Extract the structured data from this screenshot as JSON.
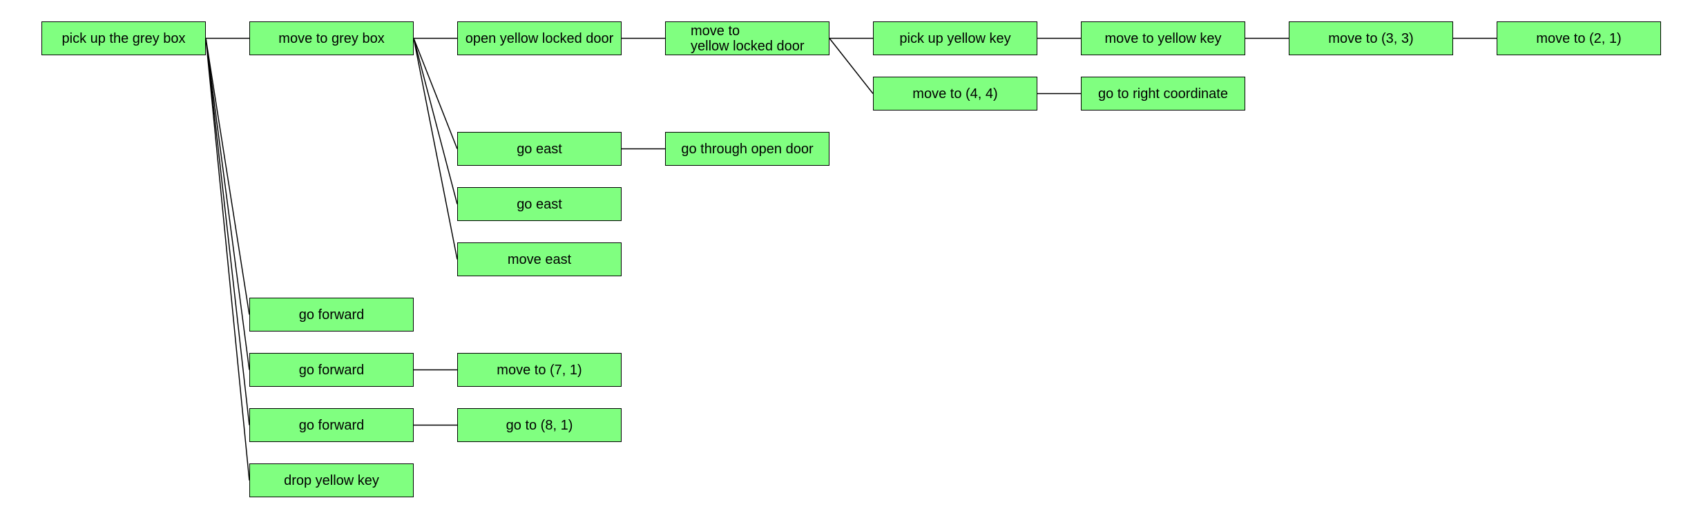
{
  "nodes": [
    {
      "id": "n0",
      "label": "pick up the grey box"
    },
    {
      "id": "n1",
      "label": "move to grey box"
    },
    {
      "id": "n2",
      "label": "open yellow locked door"
    },
    {
      "id": "n3",
      "label": "move to\nyellow locked door"
    },
    {
      "id": "n4",
      "label": "pick up yellow key"
    },
    {
      "id": "n5",
      "label": "move to yellow key"
    },
    {
      "id": "n6",
      "label": "move to (3, 3)"
    },
    {
      "id": "n7",
      "label": "move to (2, 1)"
    },
    {
      "id": "n8",
      "label": "move to (4, 4)"
    },
    {
      "id": "n9",
      "label": "go to right coordinate"
    },
    {
      "id": "n10",
      "label": "go east"
    },
    {
      "id": "n11",
      "label": "go through open door"
    },
    {
      "id": "n12",
      "label": "go east"
    },
    {
      "id": "n13",
      "label": "move east"
    },
    {
      "id": "n14",
      "label": "go forward"
    },
    {
      "id": "n15",
      "label": "go forward"
    },
    {
      "id": "n16",
      "label": "move to (7, 1)"
    },
    {
      "id": "n17",
      "label": "go forward"
    },
    {
      "id": "n18",
      "label": "go to (8, 1)"
    },
    {
      "id": "n19",
      "label": "drop yellow key"
    }
  ],
  "edges": [
    [
      "n0",
      "n1"
    ],
    [
      "n0",
      "n14"
    ],
    [
      "n0",
      "n15"
    ],
    [
      "n0",
      "n17"
    ],
    [
      "n0",
      "n19"
    ],
    [
      "n1",
      "n2"
    ],
    [
      "n1",
      "n10"
    ],
    [
      "n1",
      "n12"
    ],
    [
      "n1",
      "n13"
    ],
    [
      "n2",
      "n3"
    ],
    [
      "n3",
      "n4"
    ],
    [
      "n3",
      "n8"
    ],
    [
      "n4",
      "n5"
    ],
    [
      "n5",
      "n6"
    ],
    [
      "n6",
      "n7"
    ],
    [
      "n8",
      "n9"
    ],
    [
      "n10",
      "n11"
    ],
    [
      "n15",
      "n16"
    ],
    [
      "n17",
      "n18"
    ]
  ],
  "colors": {
    "node_fill": "#80ff80",
    "node_border": "#000000",
    "edge": "#000000"
  }
}
